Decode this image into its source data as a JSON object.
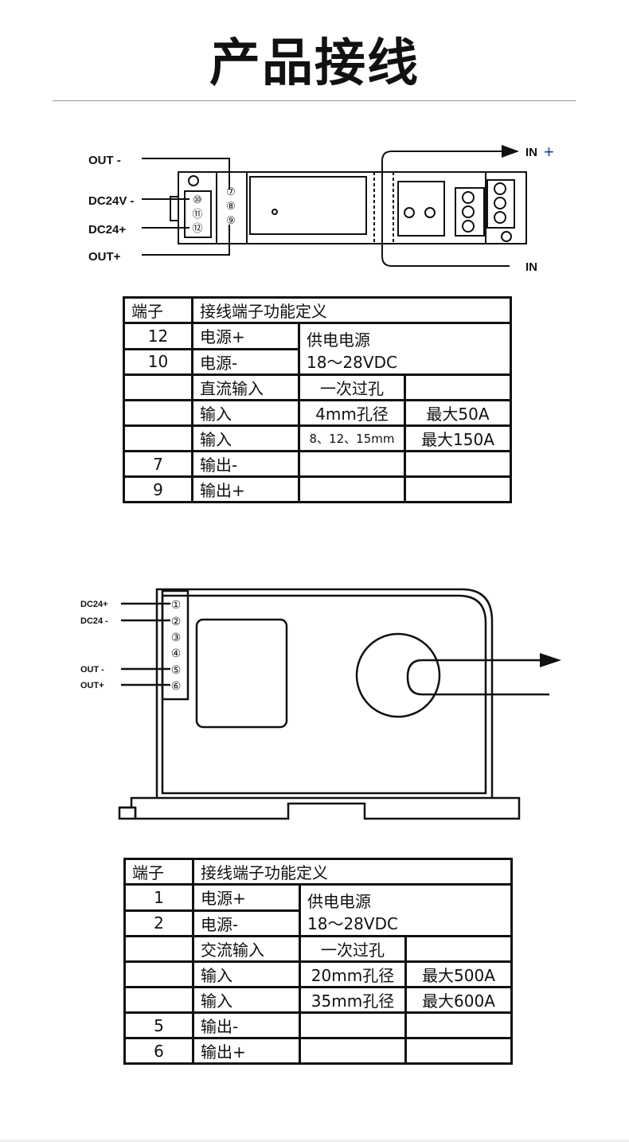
{
  "page": {
    "title": "产品接线"
  },
  "diagram1": {
    "left_labels": [
      "OUT -",
      "DC24V -",
      "DC24+",
      "OUT+"
    ],
    "right_labels": [
      "IN",
      "IN"
    ],
    "plus_mark": "+",
    "terminals_left": [
      "⑩",
      "⑪",
      "⑫"
    ],
    "terminals_mid": [
      "⑦",
      "⑧",
      "⑨"
    ]
  },
  "table1": {
    "header": [
      "端子",
      "接线端子功能定义"
    ],
    "rows": [
      {
        "terminal": "12",
        "function": "电源+"
      },
      {
        "terminal": "10",
        "function": "电源-"
      },
      {
        "terminal": "",
        "function": "直流输入",
        "c1": "一次过孔",
        "c2": ""
      },
      {
        "terminal": "",
        "function": "输入",
        "c1": "4mm孔径",
        "c2": "最大50A"
      },
      {
        "terminal": "",
        "function": "输入",
        "c1": "8、12、15mm",
        "c2": "最大150A"
      },
      {
        "terminal": "7",
        "function": "输出-",
        "c1": "",
        "c2": ""
      },
      {
        "terminal": "9",
        "function": "输出+",
        "c1": "",
        "c2": ""
      }
    ],
    "supply": [
      "供电电源",
      "18～28VDC"
    ]
  },
  "diagram2": {
    "left_labels": [
      "DC24+",
      "DC24 -",
      "OUT -",
      "OUT+"
    ],
    "terminals": [
      "①",
      "②",
      "③",
      "④",
      "⑤",
      "⑥"
    ]
  },
  "table2": {
    "header": [
      "端子",
      "接线端子功能定义"
    ],
    "rows": [
      {
        "terminal": "1",
        "function": "电源+"
      },
      {
        "terminal": "2",
        "function": "电源-"
      },
      {
        "terminal": "",
        "function": "交流输入",
        "c1": "一次过孔",
        "c2": ""
      },
      {
        "terminal": "",
        "function": "输入",
        "c1": "20mm孔径",
        "c2": "最大500A"
      },
      {
        "terminal": "",
        "function": "输入",
        "c1": "35mm孔径",
        "c2": "最大600A"
      },
      {
        "terminal": "5",
        "function": "输出-",
        "c1": "",
        "c2": ""
      },
      {
        "terminal": "6",
        "function": "输出+",
        "c1": "",
        "c2": ""
      }
    ],
    "supply": [
      "供电电源",
      "18～28VDC"
    ]
  },
  "colors": {
    "line": "#111111",
    "plus": "#1f3f8f",
    "rule": "#9a9a9a"
  }
}
